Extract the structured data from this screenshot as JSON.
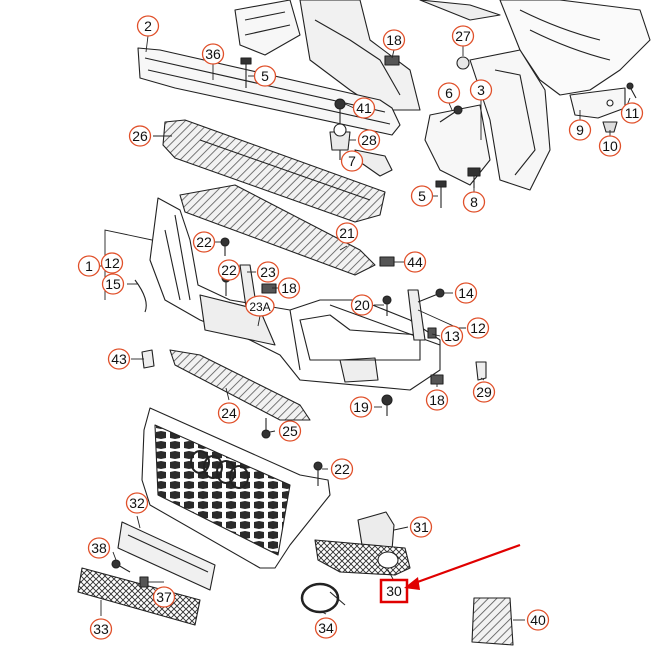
{
  "diagram": {
    "callouts": [
      {
        "id": "c2",
        "label": "2"
      },
      {
        "id": "c36",
        "label": "36"
      },
      {
        "id": "c5a",
        "label": "5"
      },
      {
        "id": "c26",
        "label": "26"
      },
      {
        "id": "c18a",
        "label": "18"
      },
      {
        "id": "c27",
        "label": "27"
      },
      {
        "id": "c6",
        "label": "6"
      },
      {
        "id": "c3",
        "label": "3"
      },
      {
        "id": "c41",
        "label": "41"
      },
      {
        "id": "c28",
        "label": "28"
      },
      {
        "id": "c7",
        "label": "7"
      },
      {
        "id": "c9",
        "label": "9"
      },
      {
        "id": "c11",
        "label": "11"
      },
      {
        "id": "c10",
        "label": "10"
      },
      {
        "id": "c5b",
        "label": "5"
      },
      {
        "id": "c8",
        "label": "8"
      },
      {
        "id": "c22a",
        "label": "22"
      },
      {
        "id": "c21",
        "label": "21"
      },
      {
        "id": "c44",
        "label": "44"
      },
      {
        "id": "c1",
        "label": "1"
      },
      {
        "id": "c12a",
        "label": "12"
      },
      {
        "id": "c15",
        "label": "15"
      },
      {
        "id": "c22b",
        "label": "22"
      },
      {
        "id": "c23",
        "label": "23"
      },
      {
        "id": "c18b",
        "label": "18"
      },
      {
        "id": "c23a",
        "label": "23A"
      },
      {
        "id": "c20",
        "label": "20"
      },
      {
        "id": "c14",
        "label": "14"
      },
      {
        "id": "c13",
        "label": "13"
      },
      {
        "id": "c12b",
        "label": "12"
      },
      {
        "id": "c43",
        "label": "43"
      },
      {
        "id": "c24",
        "label": "24"
      },
      {
        "id": "c19",
        "label": "19"
      },
      {
        "id": "c18c",
        "label": "18"
      },
      {
        "id": "c29",
        "label": "29"
      },
      {
        "id": "c25",
        "label": "25"
      },
      {
        "id": "c22c",
        "label": "22"
      },
      {
        "id": "c32",
        "label": "32"
      },
      {
        "id": "c31",
        "label": "31"
      },
      {
        "id": "c38",
        "label": "38"
      },
      {
        "id": "c37",
        "label": "37"
      },
      {
        "id": "c30",
        "label": "30"
      },
      {
        "id": "c33",
        "label": "33"
      },
      {
        "id": "c34",
        "label": "34"
      },
      {
        "id": "c40",
        "label": "40"
      }
    ],
    "highlight": {
      "label": "30",
      "box_color": "#e00000",
      "arrow_color": "#e00000"
    },
    "colors": {
      "callout_stroke": "#e0502a",
      "line": "#222222",
      "part_fill": "#f4f4f4"
    }
  }
}
